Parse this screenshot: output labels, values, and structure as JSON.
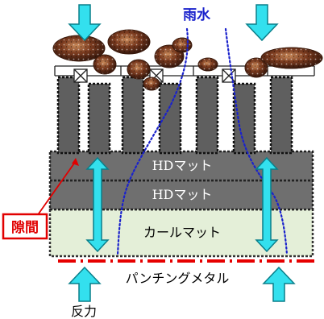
{
  "diagram": {
    "labels": {
      "rain": "雨水",
      "hd_mat_upper": "HDマット",
      "hd_mat_lower": "HDマット",
      "curl_mat": "カールマット",
      "punching_metal": "パンチングメタル",
      "gap": "隙間",
      "reaction_force": "反力"
    },
    "colors": {
      "arrow_fill": "#33e0ee",
      "arrow_stroke": "#0a7f8a",
      "rain_path": "#1a22cc",
      "hd_mat": "#6f6f6f",
      "curl_mat": "#e4efd8",
      "punch_dash": "#e60000",
      "gap_label": "#e10000",
      "pillar": "#5f5f5f",
      "stone": "#7a3a1e"
    },
    "icons": [
      "down-arrow-icon",
      "up-arrow-icon",
      "double-arrow-icon",
      "stone-icon",
      "x-box-icon"
    ]
  }
}
